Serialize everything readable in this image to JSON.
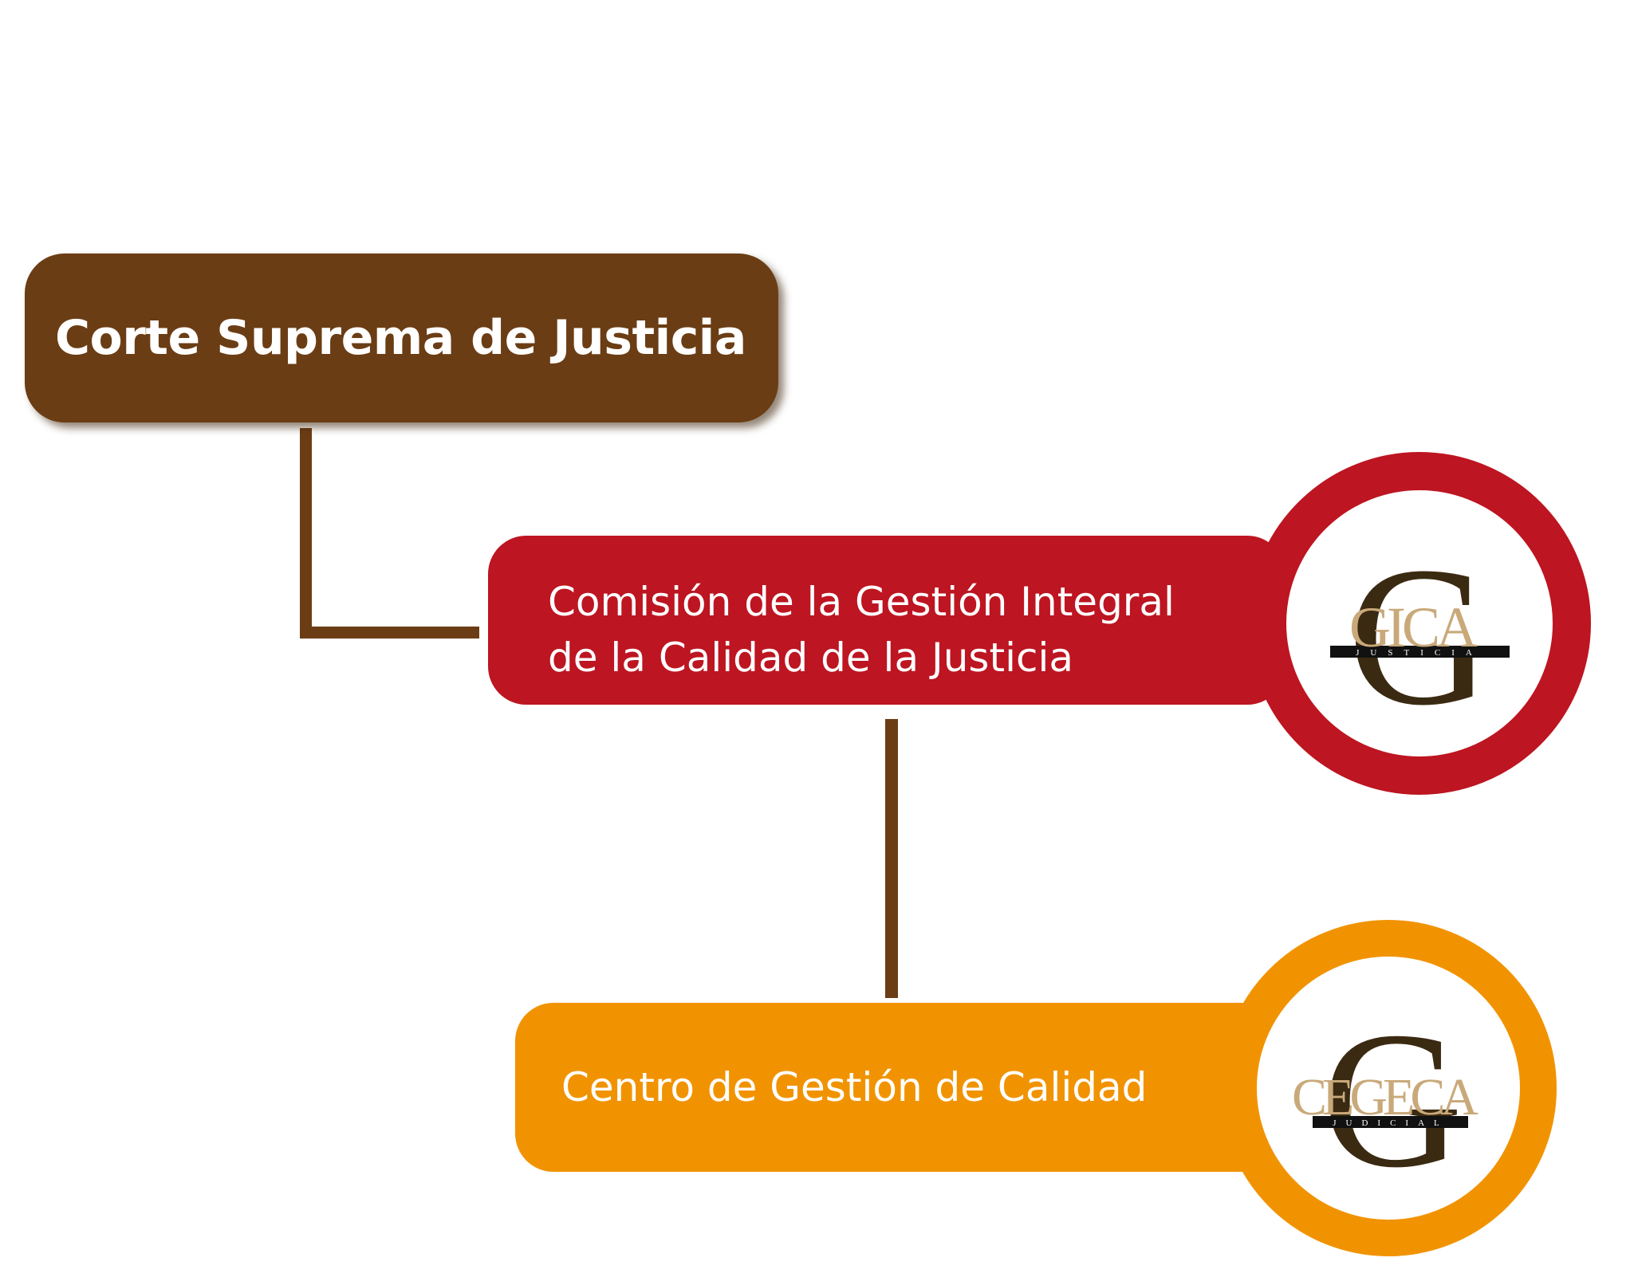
{
  "nodes": {
    "corte": {
      "label": "Corte Suprema de Justicia",
      "color": "#6b3d14"
    },
    "gica": {
      "label_line1": "Comisión de la Gestión Integral",
      "label_line2": "de la Calidad de la Justicia",
      "color": "#bd1521",
      "logo": {
        "letter": "G",
        "acronym": "GICA",
        "subtitle": "JUSTICIA"
      }
    },
    "cegeca": {
      "label": "Centro de Gestión de Calidad",
      "color": "#f19300",
      "logo": {
        "letter": "G",
        "acronym": "CEGECA",
        "subtitle": "JUDICIAL"
      }
    }
  },
  "connector_color": "#6b3d14",
  "logo_colors": {
    "letter": "#3b2a12",
    "acronym": "#c9a97a",
    "band": "#111111"
  }
}
